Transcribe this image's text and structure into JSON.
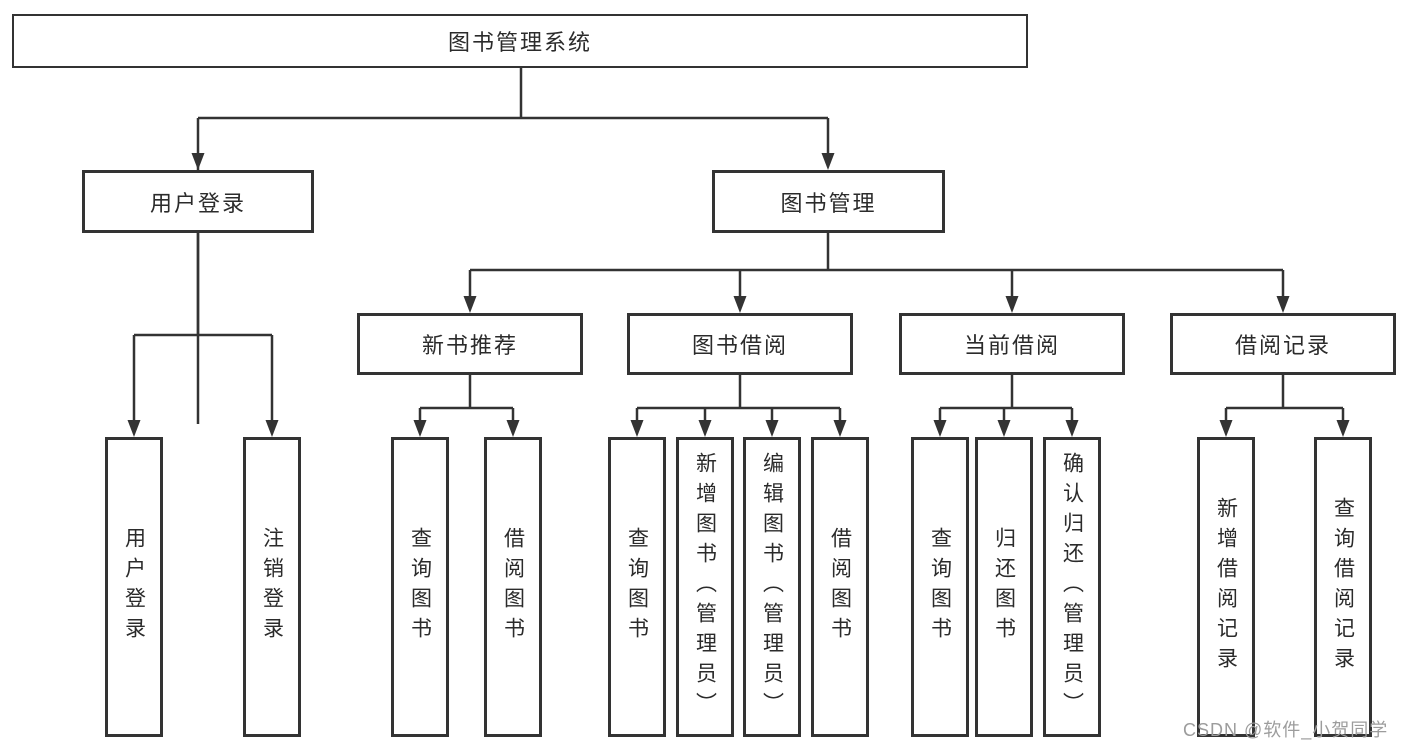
{
  "diagram": {
    "root": {
      "label": "图书管理系统"
    },
    "nodes": {
      "user_login": {
        "label": "用户登录",
        "children": [
          {
            "label": "用户登录"
          },
          {
            "label": "注销登录"
          }
        ]
      },
      "book_mgmt": {
        "label": "图书管理"
      },
      "new_books": {
        "label": "新书推荐",
        "children": [
          {
            "label": "查询图书"
          },
          {
            "label": "借阅图书"
          }
        ]
      },
      "book_borrow": {
        "label": "图书借阅",
        "children": [
          {
            "label": "查询图书"
          },
          {
            "label": "新增图书（管理员）"
          },
          {
            "label": "编辑图书（管理员）"
          },
          {
            "label": "借阅图书"
          }
        ]
      },
      "current_borrow": {
        "label": "当前借阅",
        "children": [
          {
            "label": "查询图书"
          },
          {
            "label": "归还图书"
          },
          {
            "label": "确认归还（管理员）"
          }
        ]
      },
      "borrow_records": {
        "label": "借阅记录",
        "children": [
          {
            "label": "新增借阅记录"
          },
          {
            "label": "查询借阅记录"
          }
        ]
      }
    }
  },
  "watermark": {
    "text": "CSDN @软件_小贺同学",
    "color": "#9c9c9c"
  },
  "colors": {
    "line": "#333333",
    "box_border": "#333333",
    "text": "#2b2b2b",
    "background": "#ffffff"
  }
}
